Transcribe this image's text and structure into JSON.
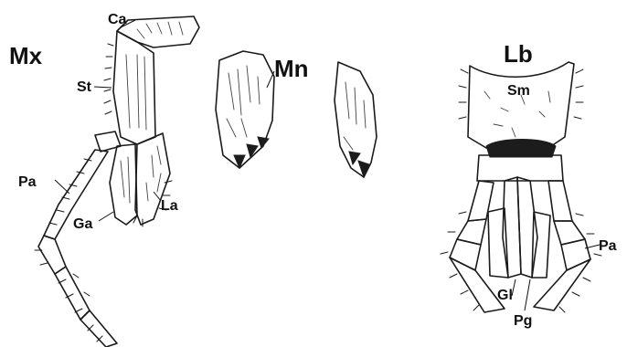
{
  "figure": {
    "maxilla": {
      "title": "Mx",
      "labels": {
        "cardo": "Ca",
        "stipes": "St",
        "palp": "Pa",
        "galea": "Ga",
        "lacinia": "La"
      }
    },
    "mandibles": {
      "title": "Mn"
    },
    "labium": {
      "title": "Lb",
      "labels": {
        "submentum": "Sm",
        "palp": "Pa",
        "glossa": "Gl",
        "paraglossa": "Pg"
      }
    }
  }
}
